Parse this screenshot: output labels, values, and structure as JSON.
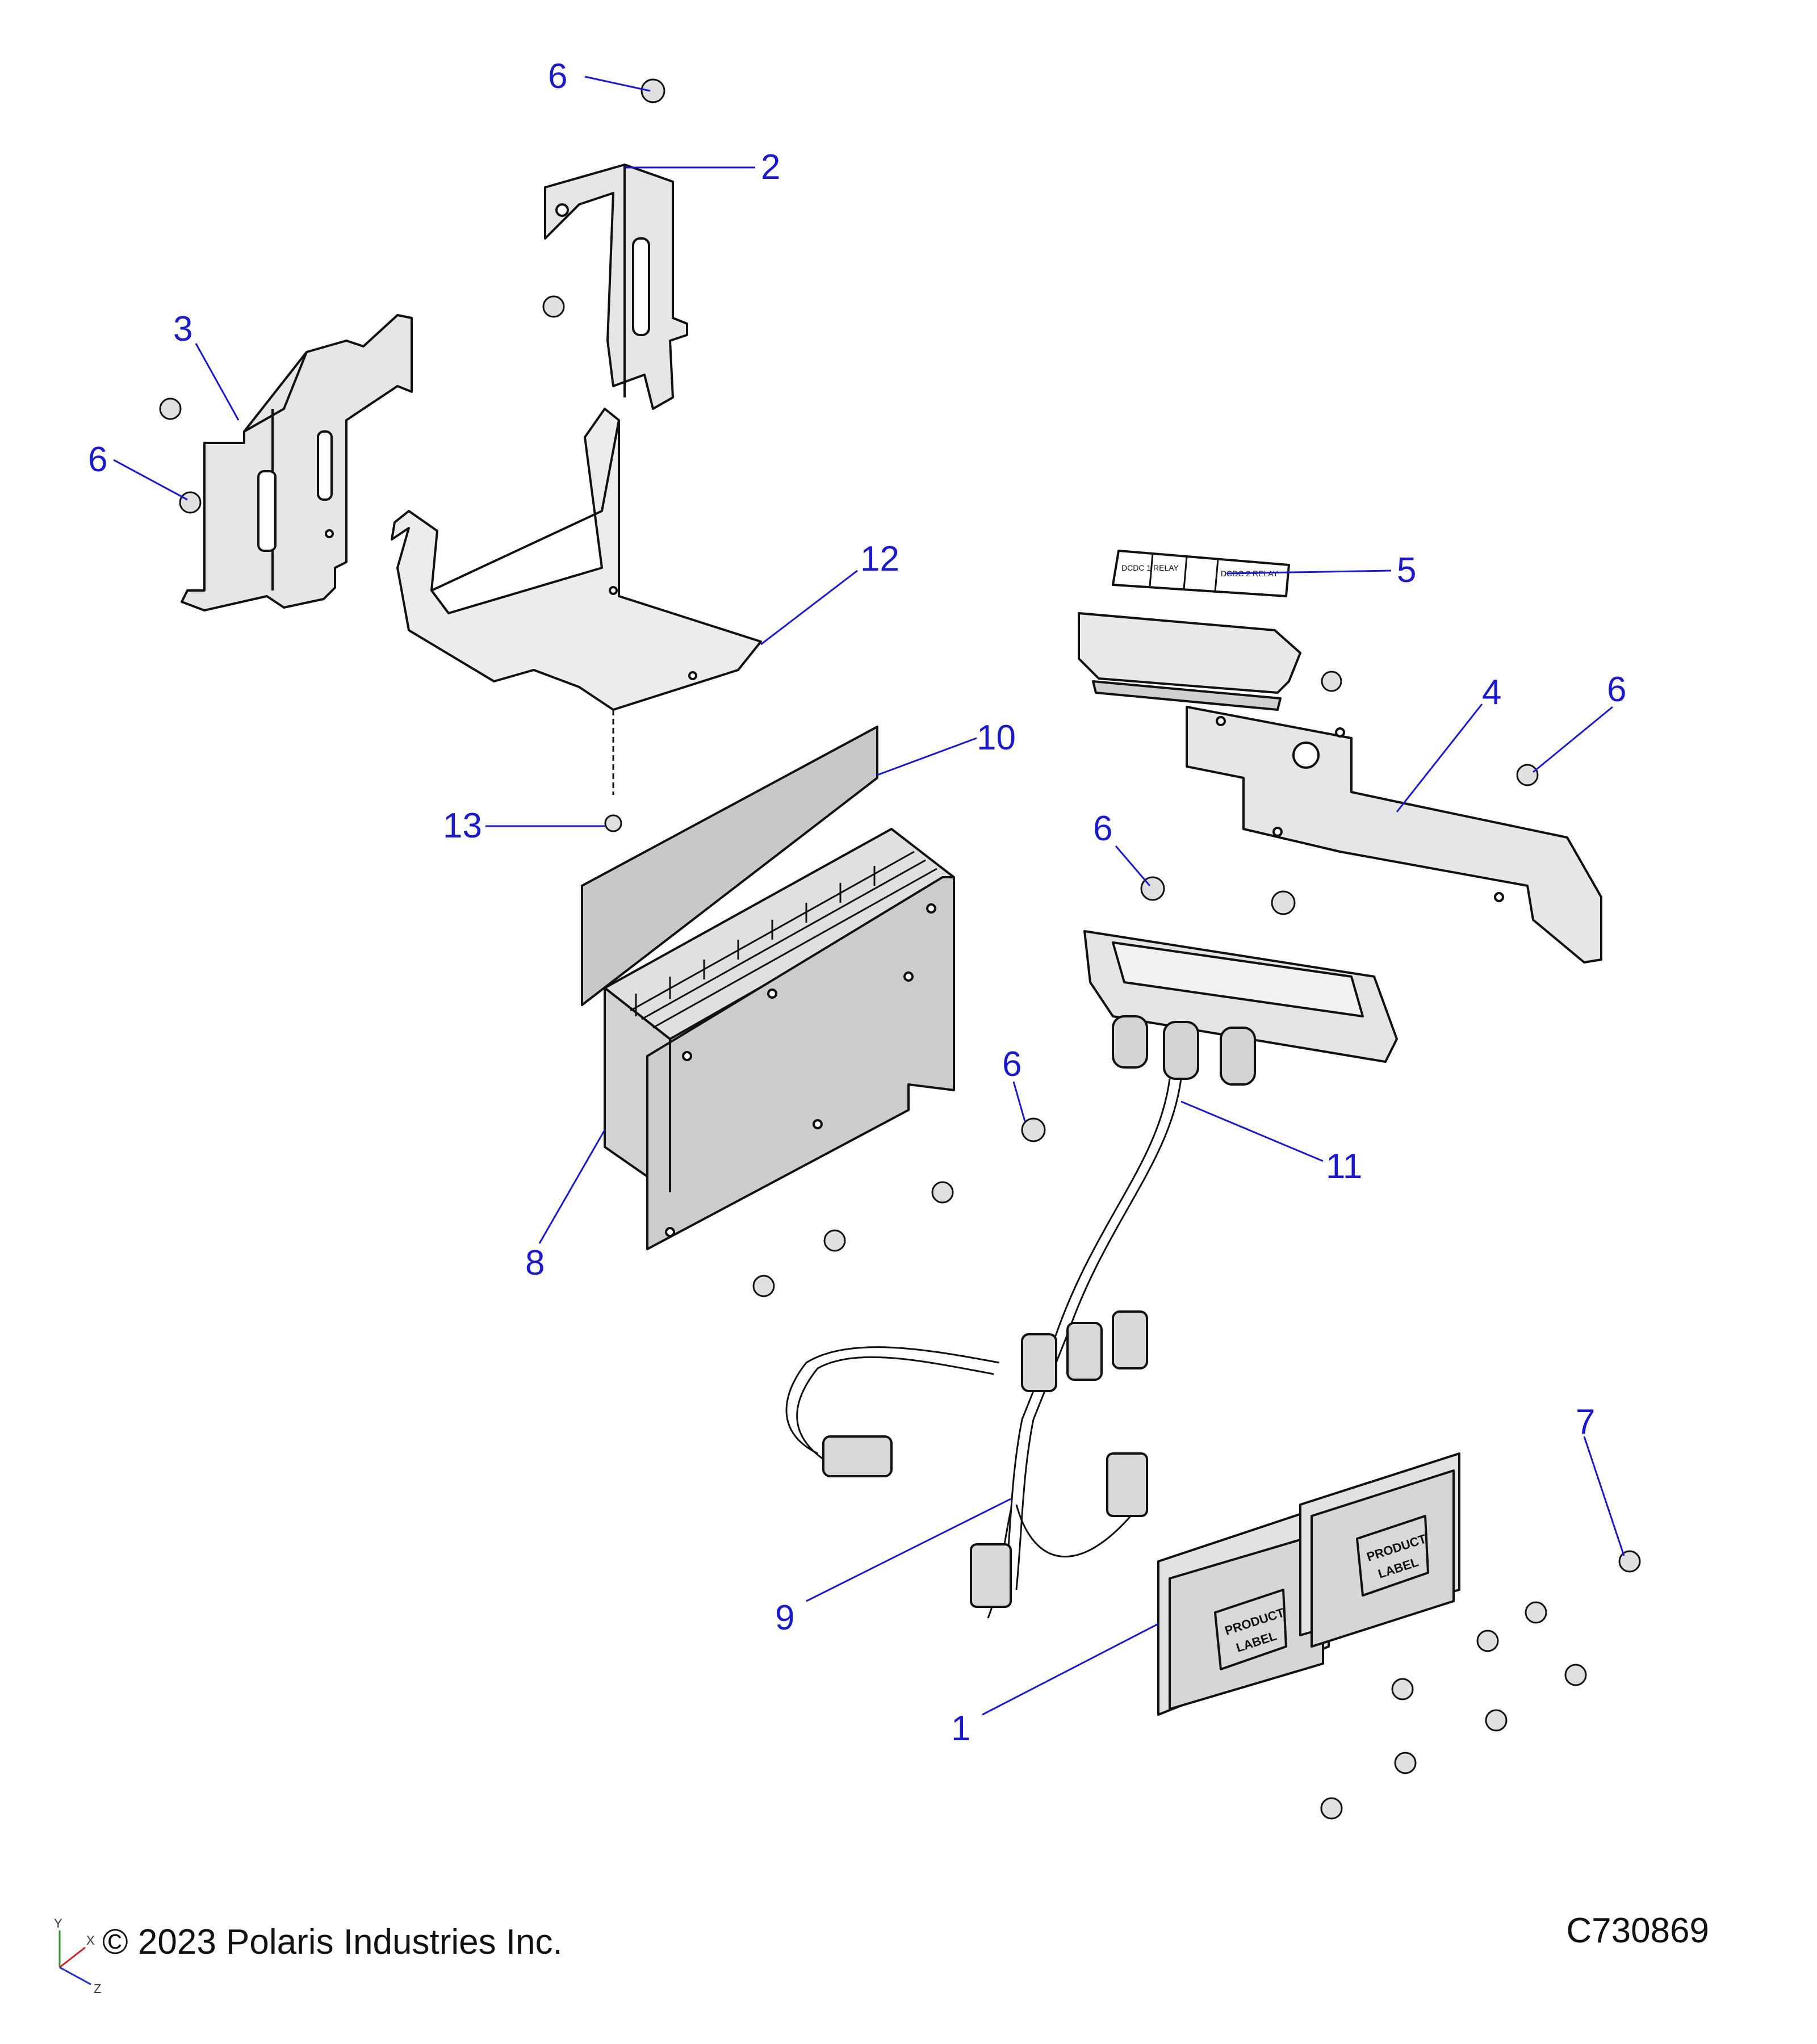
{
  "callouts": [
    {
      "id": "6a",
      "label": "6"
    },
    {
      "id": "2",
      "label": "2"
    },
    {
      "id": "3",
      "label": "3"
    },
    {
      "id": "6b",
      "label": "6"
    },
    {
      "id": "12",
      "label": "12"
    },
    {
      "id": "5",
      "label": "5"
    },
    {
      "id": "4",
      "label": "4"
    },
    {
      "id": "6c",
      "label": "6"
    },
    {
      "id": "10",
      "label": "10"
    },
    {
      "id": "13",
      "label": "13"
    },
    {
      "id": "6d",
      "label": "6"
    },
    {
      "id": "6e",
      "label": "6"
    },
    {
      "id": "11",
      "label": "11"
    },
    {
      "id": "8",
      "label": "8"
    },
    {
      "id": "7",
      "label": "7"
    },
    {
      "id": "9",
      "label": "9"
    },
    {
      "id": "1",
      "label": "1"
    }
  ],
  "labels": {
    "relay_1": "DCDC 1 RELAY",
    "relay_2": "DCDC 2 RELAY",
    "product_label_line1": "PRODUCT",
    "product_label_line2": "LABEL"
  },
  "axes": {
    "x": "X",
    "y": "Y",
    "z": "Z"
  },
  "footer": {
    "copyright": "© 2023 Polaris Industries Inc.",
    "catalog_number": "C730869"
  },
  "colors": {
    "callout": "#1a1acc",
    "line": "#111111",
    "part_fill": "#cfcfcf",
    "part_fill_light": "#e6e6e6"
  }
}
